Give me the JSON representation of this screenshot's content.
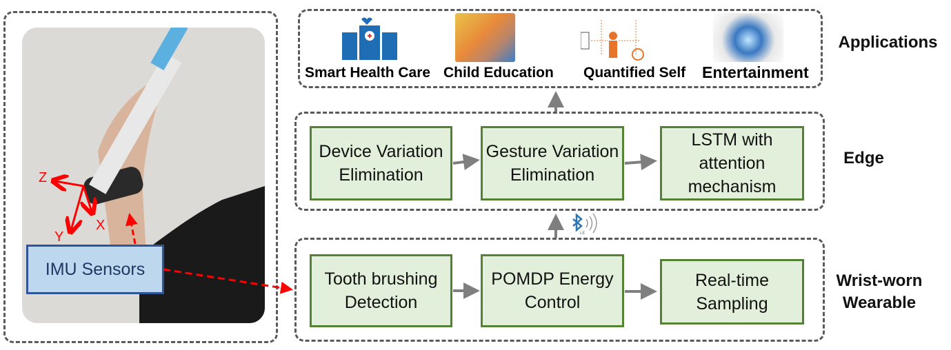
{
  "applications": {
    "label": "Applications",
    "items": [
      {
        "label": "Smart Health Care",
        "icon": "hospital-icon"
      },
      {
        "label": "Child Education",
        "icon": "children-brushing-photo"
      },
      {
        "label": "Quantified Self",
        "icon": "quantified-self-icon"
      },
      {
        "label": "Entertainment",
        "icon": "smartphone-apps-photo"
      }
    ]
  },
  "edge": {
    "label": "Edge",
    "boxes": [
      "Device Variation Elimination",
      "Gesture Variation Elimination",
      "LSTM with attention mechanism"
    ]
  },
  "wearable": {
    "label": "Wrist-worn Wearable",
    "boxes": [
      "Tooth brushing Detection",
      "POMDP Energy Control",
      "Real-time Sampling"
    ]
  },
  "photo": {
    "imu_label": "IMU Sensors",
    "axes": {
      "x": "X",
      "y": "Y",
      "z": "Z"
    }
  },
  "bluetooth": {
    "label": "LE"
  },
  "colors": {
    "box_fill": "#e2efda",
    "box_border": "#548235",
    "imu_fill": "#bdd7ee",
    "imu_border": "#2f5597",
    "axis": "#ff0000",
    "arrow": "#7f7f7f"
  }
}
